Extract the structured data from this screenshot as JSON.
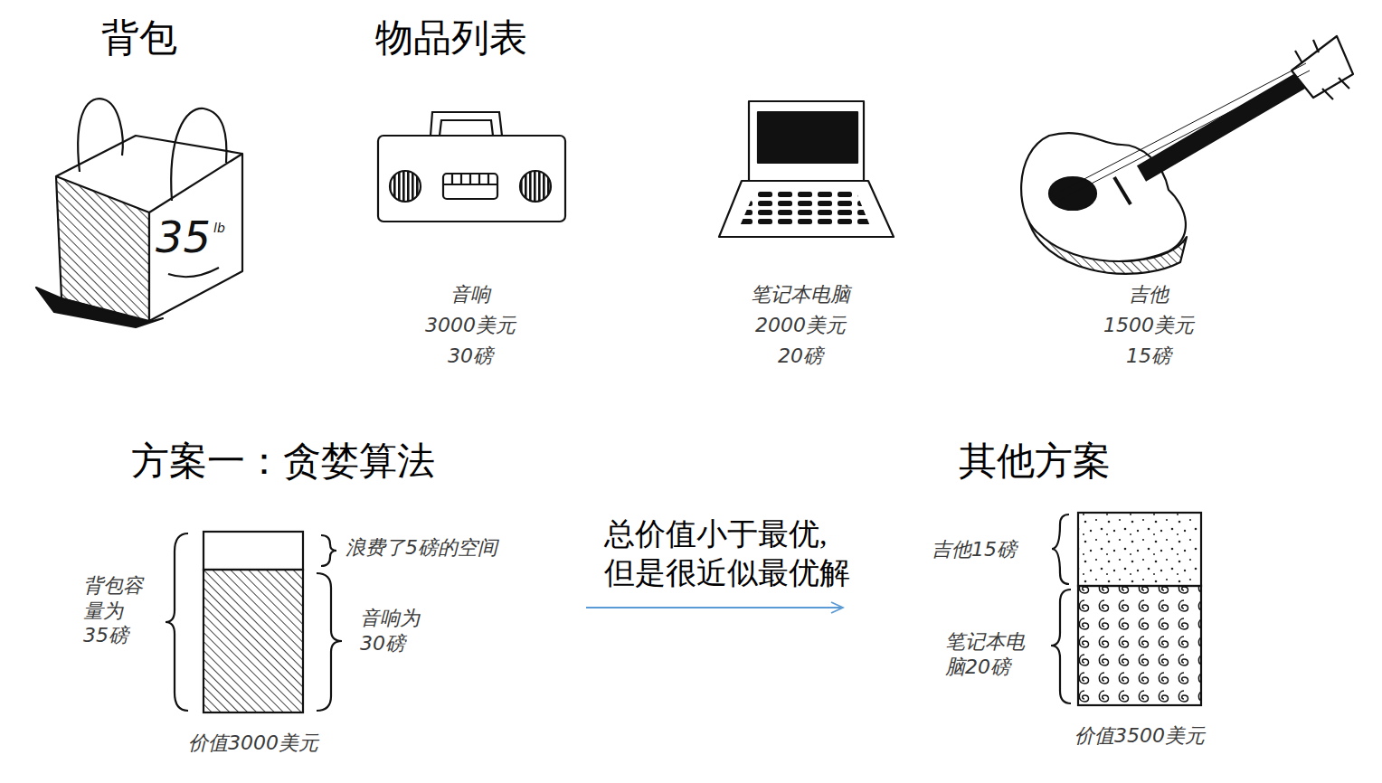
{
  "diagram": {
    "nodes": [
      {
        "text": [
          "方案一：贪婪算法",
          "价值3000美元"
        ]
      },
      {
        "text": [
          "其他方案",
          "价值3500美元"
        ]
      }
    ],
    "edges": [
      {
        "from": 0,
        "to": 1,
        "arrow": "to",
        "label": "总价值小于最优, 但是很近似最优解"
      }
    ],
    "labels": [
      "背包",
      "物品列表",
      "35",
      "lb",
      "音响",
      "3000美元",
      "30磅",
      "笔记本电脑",
      "2000美元",
      "20磅",
      "吉他",
      "1500美元",
      "15磅",
      "浪费了5磅的空间",
      "背包容量为35磅",
      "音响为30磅",
      "吉他15磅",
      "笔记本电脑20磅"
    ]
  }
}
